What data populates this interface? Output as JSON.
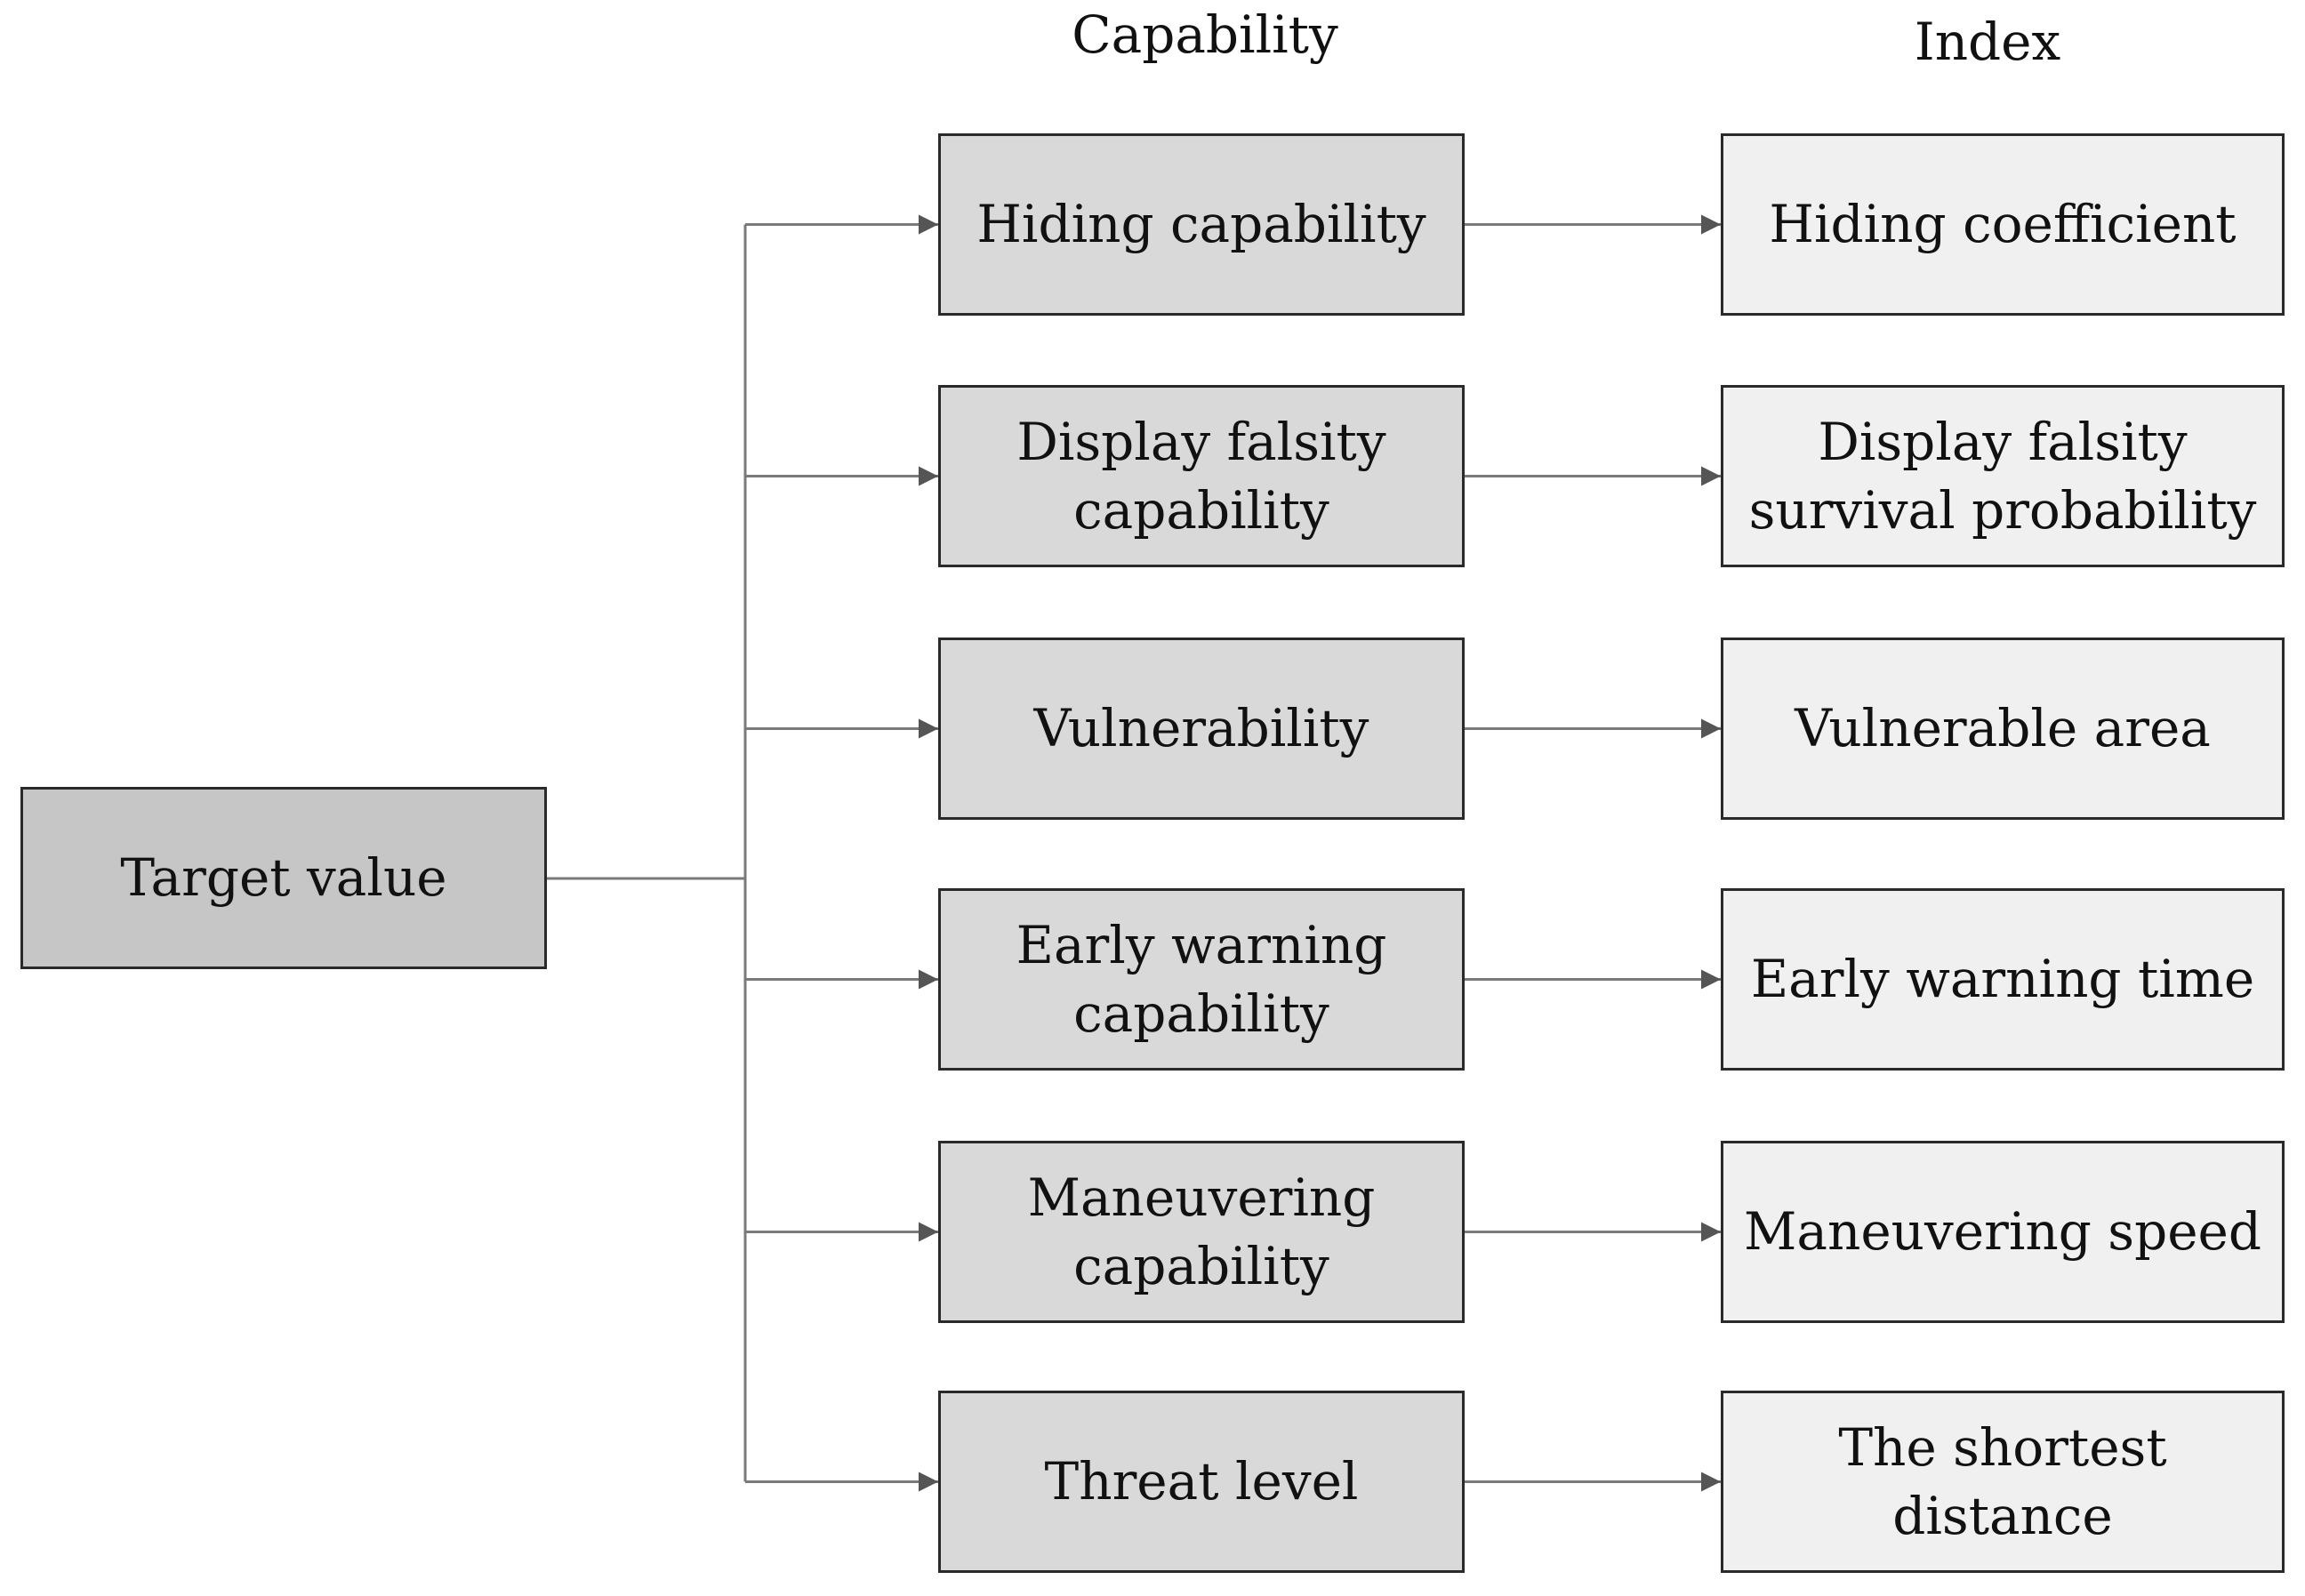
{
  "headers": {
    "capability": "Capability",
    "index": "Index"
  },
  "root": {
    "label": "Target value"
  },
  "rows": [
    {
      "capability": "Hiding capability",
      "index": "Hiding coefficient"
    },
    {
      "capability": "Display falsity\ncapability",
      "index": "Display falsity\nsurvival probability"
    },
    {
      "capability": "Vulnerability",
      "index": "Vulnerable area"
    },
    {
      "capability": "Early warning\ncapability",
      "index": "Early warning time"
    },
    {
      "capability": "Maneuvering\ncapability",
      "index": "Maneuvering speed"
    },
    {
      "capability": "Threat level",
      "index": "The shortest\ndistance"
    }
  ],
  "colors": {
    "root_fill": "#c6c6c6",
    "capability_fill": "#d9d9d9",
    "index_fill": "#f0f0f0",
    "line": "#7a7a7a",
    "border": "#2a2a2a"
  }
}
